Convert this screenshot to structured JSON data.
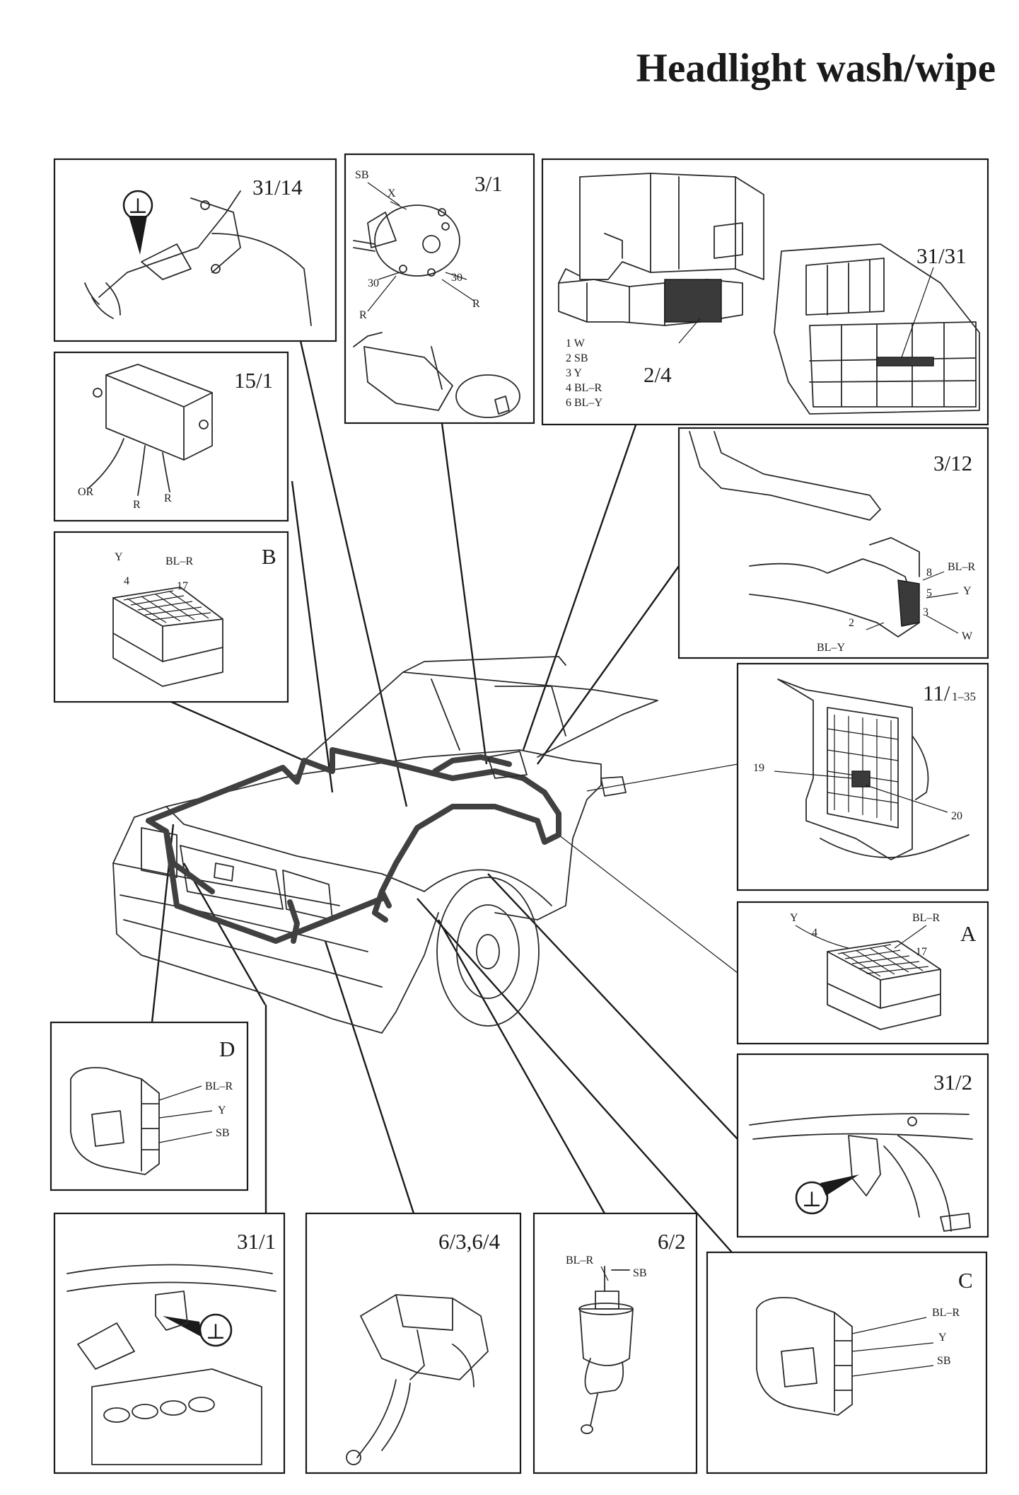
{
  "title": "Headlight wash/wipe",
  "ground_symbol": "⊥",
  "panels": {
    "p31_14": {
      "id": "31/14"
    },
    "p3_1": {
      "id": "3/1",
      "wires": [
        "SB",
        "X",
        "30",
        "30",
        "R",
        "R"
      ]
    },
    "p2_4": {
      "id": "2/4",
      "id2": "31/31",
      "legend": [
        "1 W",
        "2 SB",
        "3 Y",
        "4 BL–R",
        "6 BL–Y"
      ]
    },
    "p15_1": {
      "id": "15/1",
      "wires": [
        "OR",
        "R",
        "R"
      ]
    },
    "p3_12": {
      "id": "3/12",
      "pins": [
        "8",
        "5",
        "3",
        "2"
      ],
      "wires": [
        "BL–R",
        "Y",
        "W",
        "BL–Y"
      ]
    },
    "pB": {
      "id": "B",
      "pins": [
        "4",
        "17"
      ],
      "wires": [
        "Y",
        "BL–R"
      ]
    },
    "p11": {
      "id": "11/",
      "id_sub": "1–35",
      "pins": [
        "19",
        "20"
      ]
    },
    "pA": {
      "id": "A",
      "pins": [
        "4",
        "17"
      ],
      "wires": [
        "Y",
        "BL–R"
      ]
    },
    "pD": {
      "id": "D",
      "wires": [
        "BL–R",
        "Y",
        "SB"
      ]
    },
    "p31_2": {
      "id": "31/2"
    },
    "p31_1": {
      "id": "31/1"
    },
    "p6_3": {
      "id": "6/3,6/4"
    },
    "p6_2": {
      "id": "6/2",
      "wires": [
        "BL–R",
        "SB"
      ]
    },
    "pC": {
      "id": "C",
      "wires": [
        "BL–R",
        "Y",
        "SB"
      ]
    }
  }
}
